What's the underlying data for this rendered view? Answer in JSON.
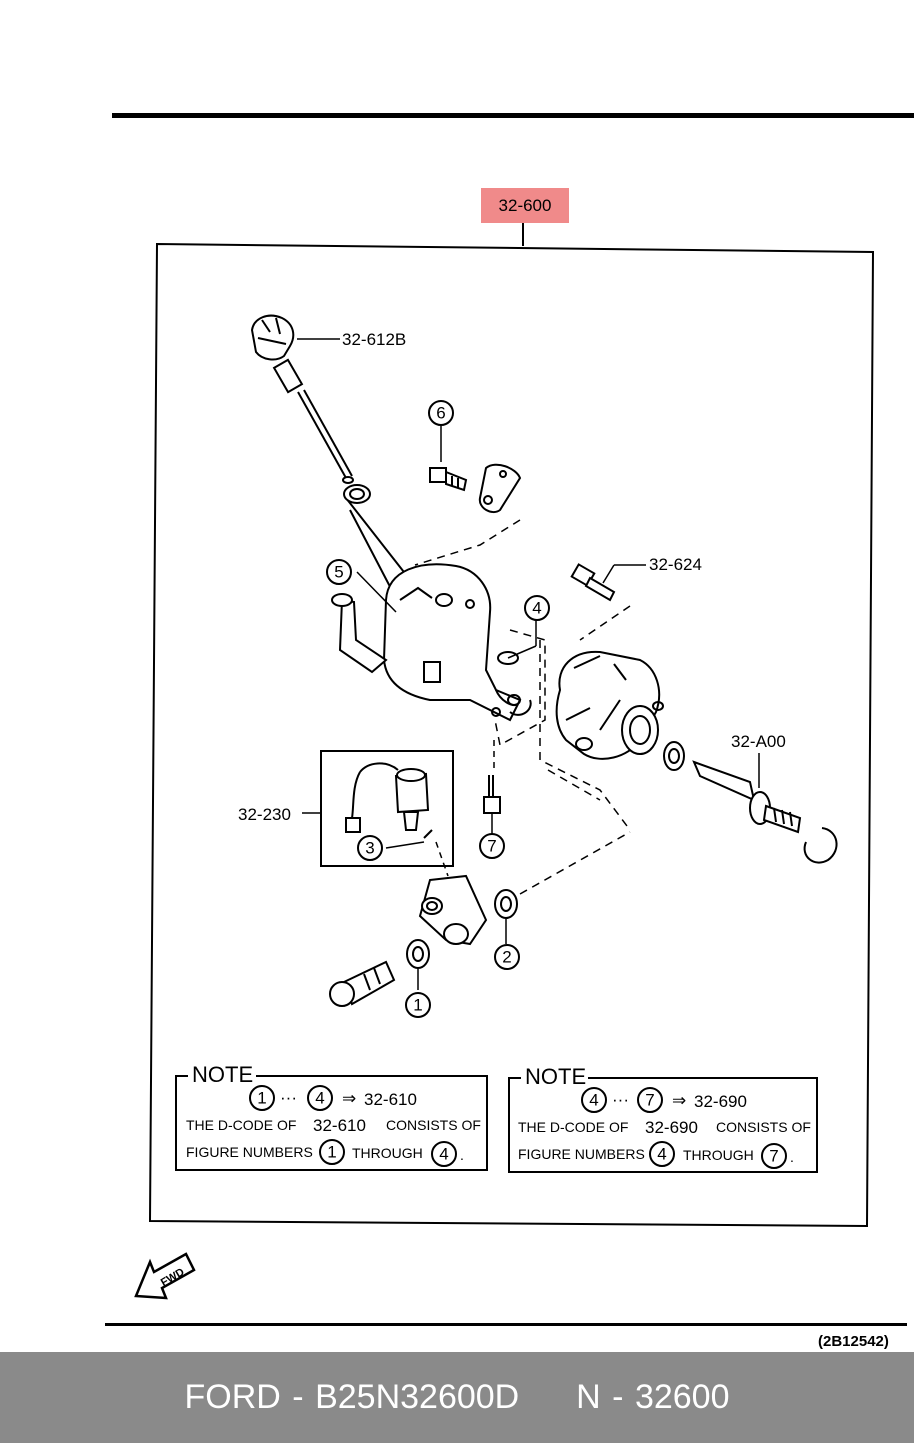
{
  "main_part_label": "32-600",
  "callouts": {
    "rod_assembly": "32-612B",
    "bolt": "32-624",
    "shaft_assembly": "32-A00",
    "switch_assembly": "32-230"
  },
  "figure_numbers": [
    "1",
    "2",
    "3",
    "4",
    "5",
    "6",
    "7"
  ],
  "notes": [
    {
      "heading": "NOTE",
      "range_start": "1",
      "range_end": "4",
      "ellipsis": "···",
      "arrow": "⇒",
      "code": "32-610",
      "line1_prefix": "THE D-CODE OF",
      "line1_code": "32-610",
      "line1_suffix": "CONSISTS OF",
      "line2_prefix": "FIGURE NUMBERS",
      "line2_from": "1",
      "line2_mid": "THROUGH",
      "line2_to": "4",
      "line2_end": "."
    },
    {
      "heading": "NOTE",
      "range_start": "4",
      "range_end": "7",
      "ellipsis": "···",
      "arrow": "⇒",
      "code": "32-690",
      "line1_prefix": "THE D-CODE OF",
      "line1_code": "32-690",
      "line1_suffix": "CONSISTS OF",
      "line2_prefix": "FIGURE NUMBERS",
      "line2_from": "4",
      "line2_mid": "THROUGH",
      "line2_to": "7",
      "line2_end": "."
    }
  ],
  "direction_marker": "FWD",
  "reference_code": "(2B12542)",
  "footer": {
    "brand": "FORD",
    "separator1": "-",
    "part_number": "B25N32600D",
    "prefix": "N",
    "separator2": "-",
    "number": "32600"
  }
}
